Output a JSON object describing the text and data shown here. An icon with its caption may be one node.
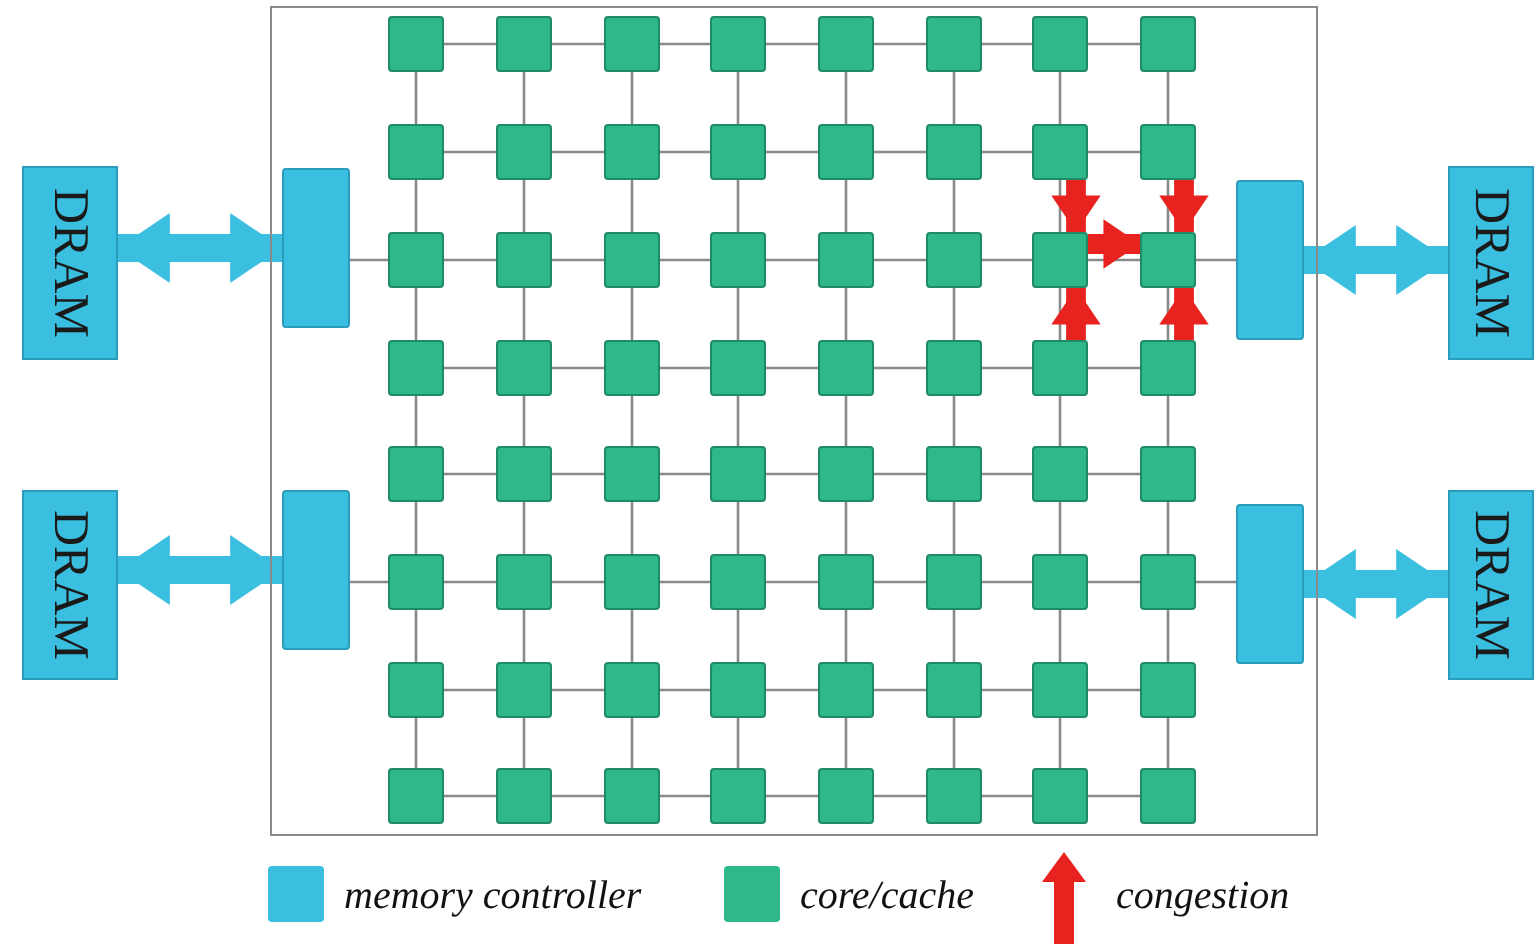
{
  "diagram": {
    "nodes": [
      {
        "text": [],
        "shape": "box"
      },
      {
        "text": [],
        "shape": "box",
        "in": 0
      },
      {
        "text": [],
        "shape": "box",
        "in": 0
      },
      {
        "text": [],
        "shape": "box",
        "in": 0
      },
      {
        "text": [],
        "shape": "box",
        "in": 0
      },
      {
        "text": [],
        "shape": "box",
        "in": 0
      },
      {
        "text": [],
        "shape": "box",
        "in": 0
      },
      {
        "text": [],
        "shape": "box",
        "in": 0
      },
      {
        "text": [],
        "shape": "box",
        "in": 0
      },
      {
        "text": [],
        "shape": "box",
        "in": 0
      },
      {
        "text": [],
        "shape": "box",
        "in": 0
      },
      {
        "text": [],
        "shape": "box",
        "in": 0
      },
      {
        "text": [],
        "shape": "box",
        "in": 0
      },
      {
        "text": [],
        "shape": "box",
        "in": 0
      },
      {
        "text": [],
        "shape": "box",
        "in": 0
      },
      {
        "text": [],
        "shape": "box",
        "in": 0
      },
      {
        "text": [],
        "shape": "box",
        "in": 0
      },
      {
        "text": [],
        "shape": "box",
        "in": 0
      },
      {
        "text": [],
        "shape": "box",
        "in": 0
      },
      {
        "text": [],
        "shape": "box",
        "in": 0
      },
      {
        "text": [],
        "shape": "box",
        "in": 0
      },
      {
        "text": [],
        "shape": "box",
        "in": 0
      },
      {
        "text": [],
        "shape": "box",
        "in": 0
      },
      {
        "text": [],
        "shape": "box",
        "in": 0
      },
      {
        "text": [],
        "shape": "box",
        "in": 0
      },
      {
        "text": [],
        "shape": "box",
        "in": 0
      },
      {
        "text": [],
        "shape": "box",
        "in": 0
      },
      {
        "text": [],
        "shape": "box",
        "in": 0
      },
      {
        "text": [],
        "shape": "box",
        "in": 0
      },
      {
        "text": [],
        "shape": "box",
        "in": 0
      },
      {
        "text": [],
        "shape": "box",
        "in": 0
      },
      {
        "text": [],
        "shape": "box",
        "in": 0
      },
      {
        "text": [],
        "shape": "box",
        "in": 0
      },
      {
        "text": [],
        "shape": "box",
        "in": 0
      },
      {
        "text": [],
        "shape": "box",
        "in": 0
      },
      {
        "text": [],
        "shape": "box",
        "in": 0
      },
      {
        "text": [],
        "shape": "box",
        "in": 0
      },
      {
        "text": [],
        "shape": "box",
        "in": 0
      },
      {
        "text": [],
        "shape": "box",
        "in": 0
      },
      {
        "text": [],
        "shape": "box",
        "in": 0
      },
      {
        "text": [],
        "shape": "box",
        "in": 0
      },
      {
        "text": [],
        "shape": "box",
        "in": 0
      },
      {
        "text": [],
        "shape": "box",
        "in": 0
      },
      {
        "text": [],
        "shape": "box",
        "in": 0
      },
      {
        "text": [],
        "shape": "box",
        "in": 0
      },
      {
        "text": [],
        "shape": "box",
        "in": 0
      },
      {
        "text": [],
        "shape": "box",
        "in": 0
      },
      {
        "text": [],
        "shape": "box",
        "in": 0
      },
      {
        "text": [],
        "shape": "box",
        "in": 0
      },
      {
        "text": [],
        "shape": "box",
        "in": 0
      },
      {
        "text": [],
        "shape": "box",
        "in": 0
      },
      {
        "text": [],
        "shape": "box",
        "in": 0
      },
      {
        "text": [],
        "shape": "box",
        "in": 0
      },
      {
        "text": [],
        "shape": "box",
        "in": 0
      },
      {
        "text": [],
        "shape": "box",
        "in": 0
      },
      {
        "text": [],
        "shape": "box",
        "in": 0
      },
      {
        "text": [],
        "shape": "box",
        "in": 0
      },
      {
        "text": [],
        "shape": "box",
        "in": 0
      },
      {
        "text": [],
        "shape": "box",
        "in": 0
      },
      {
        "text": [],
        "shape": "box",
        "in": 0
      },
      {
        "text": [],
        "shape": "box",
        "in": 0
      },
      {
        "text": [],
        "shape": "box",
        "in": 0
      },
      {
        "text": [],
        "shape": "box",
        "in": 0
      },
      {
        "text": [],
        "shape": "box",
        "in": 0
      },
      {
        "text": [],
        "shape": "box",
        "in": 0
      },
      {
        "text": [],
        "shape": "box",
        "in": 0
      },
      {
        "text": [],
        "shape": "box",
        "in": 0
      },
      {
        "text": [],
        "shape": "box",
        "in": 0
      },
      {
        "text": [],
        "shape": "box",
        "in": 0
      },
      {
        "text": [
          "DRAM"
        ]
      },
      {
        "text": [
          "DRAM"
        ]
      },
      {
        "text": [
          "DRAM"
        ]
      },
      {
        "text": [
          "DRAM"
        ]
      }
    ],
    "edges": [
      {
        "from": 1,
        "to": 2,
        "arrow": "none"
      },
      {
        "from": 2,
        "to": 3,
        "arrow": "none"
      },
      {
        "from": 3,
        "to": 4,
        "arrow": "none"
      },
      {
        "from": 4,
        "to": 5,
        "arrow": "none"
      },
      {
        "from": 5,
        "to": 6,
        "arrow": "none"
      },
      {
        "from": 6,
        "to": 7,
        "arrow": "none"
      },
      {
        "from": 7,
        "to": 8,
        "arrow": "none"
      },
      {
        "from": 9,
        "to": 10,
        "arrow": "none"
      },
      {
        "from": 10,
        "to": 11,
        "arrow": "none"
      },
      {
        "from": 11,
        "to": 12,
        "arrow": "none"
      },
      {
        "from": 12,
        "to": 13,
        "arrow": "none"
      },
      {
        "from": 13,
        "to": 14,
        "arrow": "none"
      },
      {
        "from": 14,
        "to": 15,
        "arrow": "none"
      },
      {
        "from": 15,
        "to": 16,
        "arrow": "none"
      },
      {
        "from": 17,
        "to": 18,
        "arrow": "none"
      },
      {
        "from": 18,
        "to": 19,
        "arrow": "none"
      },
      {
        "from": 19,
        "to": 20,
        "arrow": "none"
      },
      {
        "from": 20,
        "to": 21,
        "arrow": "none"
      },
      {
        "from": 21,
        "to": 22,
        "arrow": "none"
      },
      {
        "from": 22,
        "to": 23,
        "arrow": "none"
      },
      {
        "from": 23,
        "to": 24,
        "arrow": "none"
      },
      {
        "from": 25,
        "to": 26,
        "arrow": "none"
      },
      {
        "from": 26,
        "to": 27,
        "arrow": "none"
      },
      {
        "from": 27,
        "to": 28,
        "arrow": "none"
      },
      {
        "from": 28,
        "to": 29,
        "arrow": "none"
      },
      {
        "from": 29,
        "to": 30,
        "arrow": "none"
      },
      {
        "from": 30,
        "to": 31,
        "arrow": "none"
      },
      {
        "from": 31,
        "to": 32,
        "arrow": "none"
      },
      {
        "from": 33,
        "to": 34,
        "arrow": "none"
      },
      {
        "from": 34,
        "to": 35,
        "arrow": "none"
      },
      {
        "from": 35,
        "to": 36,
        "arrow": "none"
      },
      {
        "from": 36,
        "to": 37,
        "arrow": "none"
      },
      {
        "from": 37,
        "to": 38,
        "arrow": "none"
      },
      {
        "from": 38,
        "to": 39,
        "arrow": "none"
      },
      {
        "from": 39,
        "to": 40,
        "arrow": "none"
      },
      {
        "from": 41,
        "to": 42,
        "arrow": "none"
      },
      {
        "from": 42,
        "to": 43,
        "arrow": "none"
      },
      {
        "from": 43,
        "to": 44,
        "arrow": "none"
      },
      {
        "from": 44,
        "to": 45,
        "arrow": "none"
      },
      {
        "from": 45,
        "to": 46,
        "arrow": "none"
      },
      {
        "from": 46,
        "to": 47,
        "arrow": "none"
      },
      {
        "from": 47,
        "to": 48,
        "arrow": "none"
      },
      {
        "from": 49,
        "to": 50,
        "arrow": "none"
      },
      {
        "from": 50,
        "to": 51,
        "arrow": "none"
      },
      {
        "from": 51,
        "to": 52,
        "arrow": "none"
      },
      {
        "from": 52,
        "to": 53,
        "arrow": "none"
      },
      {
        "from": 53,
        "to": 54,
        "arrow": "none"
      },
      {
        "from": 54,
        "to": 55,
        "arrow": "none"
      },
      {
        "from": 55,
        "to": 56,
        "arrow": "none"
      },
      {
        "from": 57,
        "to": 58,
        "arrow": "none"
      },
      {
        "from": 58,
        "to": 59,
        "arrow": "none"
      },
      {
        "from": 59,
        "to": 60,
        "arrow": "none"
      },
      {
        "from": 60,
        "to": 61,
        "arrow": "none"
      },
      {
        "from": 61,
        "to": 62,
        "arrow": "none"
      },
      {
        "from": 62,
        "to": 63,
        "arrow": "none"
      },
      {
        "from": 63,
        "to": 64,
        "arrow": "none"
      },
      {
        "from": 1,
        "to": 9,
        "arrow": "none"
      },
      {
        "from": 2,
        "to": 10,
        "arrow": "none"
      },
      {
        "from": 3,
        "to": 11,
        "arrow": "none"
      },
      {
        "from": 4,
        "to": 12,
        "arrow": "none"
      },
      {
        "from": 5,
        "to": 13,
        "arrow": "none"
      },
      {
        "from": 6,
        "to": 14,
        "arrow": "none"
      },
      {
        "from": 7,
        "to": 15,
        "arrow": "none"
      },
      {
        "from": 8,
        "to": 16,
        "arrow": "none"
      },
      {
        "from": 9,
        "to": 17,
        "arrow": "none"
      },
      {
        "from": 10,
        "to": 18,
        "arrow": "none"
      },
      {
        "from": 11,
        "to": 19,
        "arrow": "none"
      },
      {
        "from": 12,
        "to": 20,
        "arrow": "none"
      },
      {
        "from": 13,
        "to": 21,
        "arrow": "none"
      },
      {
        "from": 14,
        "to": 22,
        "arrow": "none"
      },
      {
        "from": 15,
        "to": 23,
        "arrow": "none"
      },
      {
        "from": 16,
        "to": 24,
        "arrow": "none"
      },
      {
        "from": 17,
        "to": 25,
        "arrow": "none"
      },
      {
        "from": 18,
        "to": 26,
        "arrow": "none"
      },
      {
        "from": 19,
        "to": 27,
        "arrow": "none"
      },
      {
        "from": 20,
        "to": 28,
        "arrow": "none"
      },
      {
        "from": 21,
        "to": 29,
        "arrow": "none"
      },
      {
        "from": 22,
        "to": 30,
        "arrow": "none"
      },
      {
        "from": 23,
        "to": 31,
        "arrow": "none"
      },
      {
        "from": 24,
        "to": 32,
        "arrow": "none"
      },
      {
        "from": 25,
        "to": 33,
        "arrow": "none"
      },
      {
        "from": 26,
        "to": 34,
        "arrow": "none"
      },
      {
        "from": 27,
        "to": 35,
        "arrow": "none"
      },
      {
        "from": 28,
        "to": 36,
        "arrow": "none"
      },
      {
        "from": 29,
        "to": 37,
        "arrow": "none"
      },
      {
        "from": 30,
        "to": 38,
        "arrow": "none"
      },
      {
        "from": 31,
        "to": 39,
        "arrow": "none"
      },
      {
        "from": 32,
        "to": 40,
        "arrow": "none"
      },
      {
        "from": 33,
        "to": 41,
        "arrow": "none"
      },
      {
        "from": 34,
        "to": 42,
        "arrow": "none"
      },
      {
        "from": 35,
        "to": 43,
        "arrow": "none"
      },
      {
        "from": 36,
        "to": 44,
        "arrow": "none"
      },
      {
        "from": 37,
        "to": 45,
        "arrow": "none"
      },
      {
        "from": 38,
        "to": 46,
        "arrow": "none"
      },
      {
        "from": 39,
        "to": 47,
        "arrow": "none"
      },
      {
        "from": 40,
        "to": 48,
        "arrow": "none"
      },
      {
        "from": 41,
        "to": 49,
        "arrow": "none"
      },
      {
        "from": 42,
        "to": 50,
        "arrow": "none"
      },
      {
        "from": 43,
        "to": 51,
        "arrow": "none"
      },
      {
        "from": 44,
        "to": 52,
        "arrow": "none"
      },
      {
        "from": 45,
        "to": 53,
        "arrow": "none"
      },
      {
        "from": 46,
        "to": 54,
        "arrow": "none"
      },
      {
        "from": 47,
        "to": 55,
        "arrow": "none"
      },
      {
        "from": 48,
        "to": 56,
        "arrow": "none"
      },
      {
        "from": 49,
        "to": 57,
        "arrow": "none"
      },
      {
        "from": 50,
        "to": 58,
        "arrow": "none"
      },
      {
        "from": 51,
        "to": 59,
        "arrow": "none"
      },
      {
        "from": 52,
        "to": 60,
        "arrow": "none"
      },
      {
        "from": 53,
        "to": 61,
        "arrow": "none"
      },
      {
        "from": 54,
        "to": 62,
        "arrow": "none"
      },
      {
        "from": 55,
        "to": 63,
        "arrow": "none"
      },
      {
        "from": 56,
        "to": 64,
        "arrow": "none"
      },
      {
        "from": 65,
        "to": 17,
        "arrow": "none"
      },
      {
        "from": 24,
        "to": 66,
        "arrow": "none"
      },
      {
        "from": 67,
        "to": 41,
        "arrow": "none"
      },
      {
        "from": 48,
        "to": 68,
        "arrow": "none"
      },
      {
        "from": 69,
        "to": 65,
        "arrow": "both",
        "style": "thick",
        "color": "#3bbfe0"
      },
      {
        "from": 66,
        "to": 70,
        "arrow": "both",
        "style": "thick",
        "color": "#3bbfe0"
      },
      {
        "from": 71,
        "to": 67,
        "arrow": "both",
        "style": "thick",
        "color": "#3bbfe0"
      },
      {
        "from": 68,
        "to": 72,
        "arrow": "both",
        "style": "thick",
        "color": "#3bbfe0"
      },
      {
        "from": 15,
        "to": 23,
        "arrow": "to",
        "style": "thick",
        "color": "#e8231f"
      },
      {
        "from": 16,
        "to": 24,
        "arrow": "to",
        "style": "thick",
        "color": "#e8231f"
      },
      {
        "from": 23,
        "to": 24,
        "arrow": "to",
        "style": "thick",
        "color": "#e8231f"
      },
      {
        "from": 31,
        "to": 23,
        "arrow": "to",
        "style": "thick",
        "color": "#e8231f"
      },
      {
        "from": 32,
        "to": 24,
        "arrow": "to",
        "style": "thick",
        "color": "#e8231f"
      }
    ],
    "legend": [
      {
        "text": "memory controller",
        "color": "#3bbfe0"
      },
      {
        "text": "core/cache",
        "color": "#2fb98a"
      },
      {
        "text": "congestion"
      }
    ]
  }
}
